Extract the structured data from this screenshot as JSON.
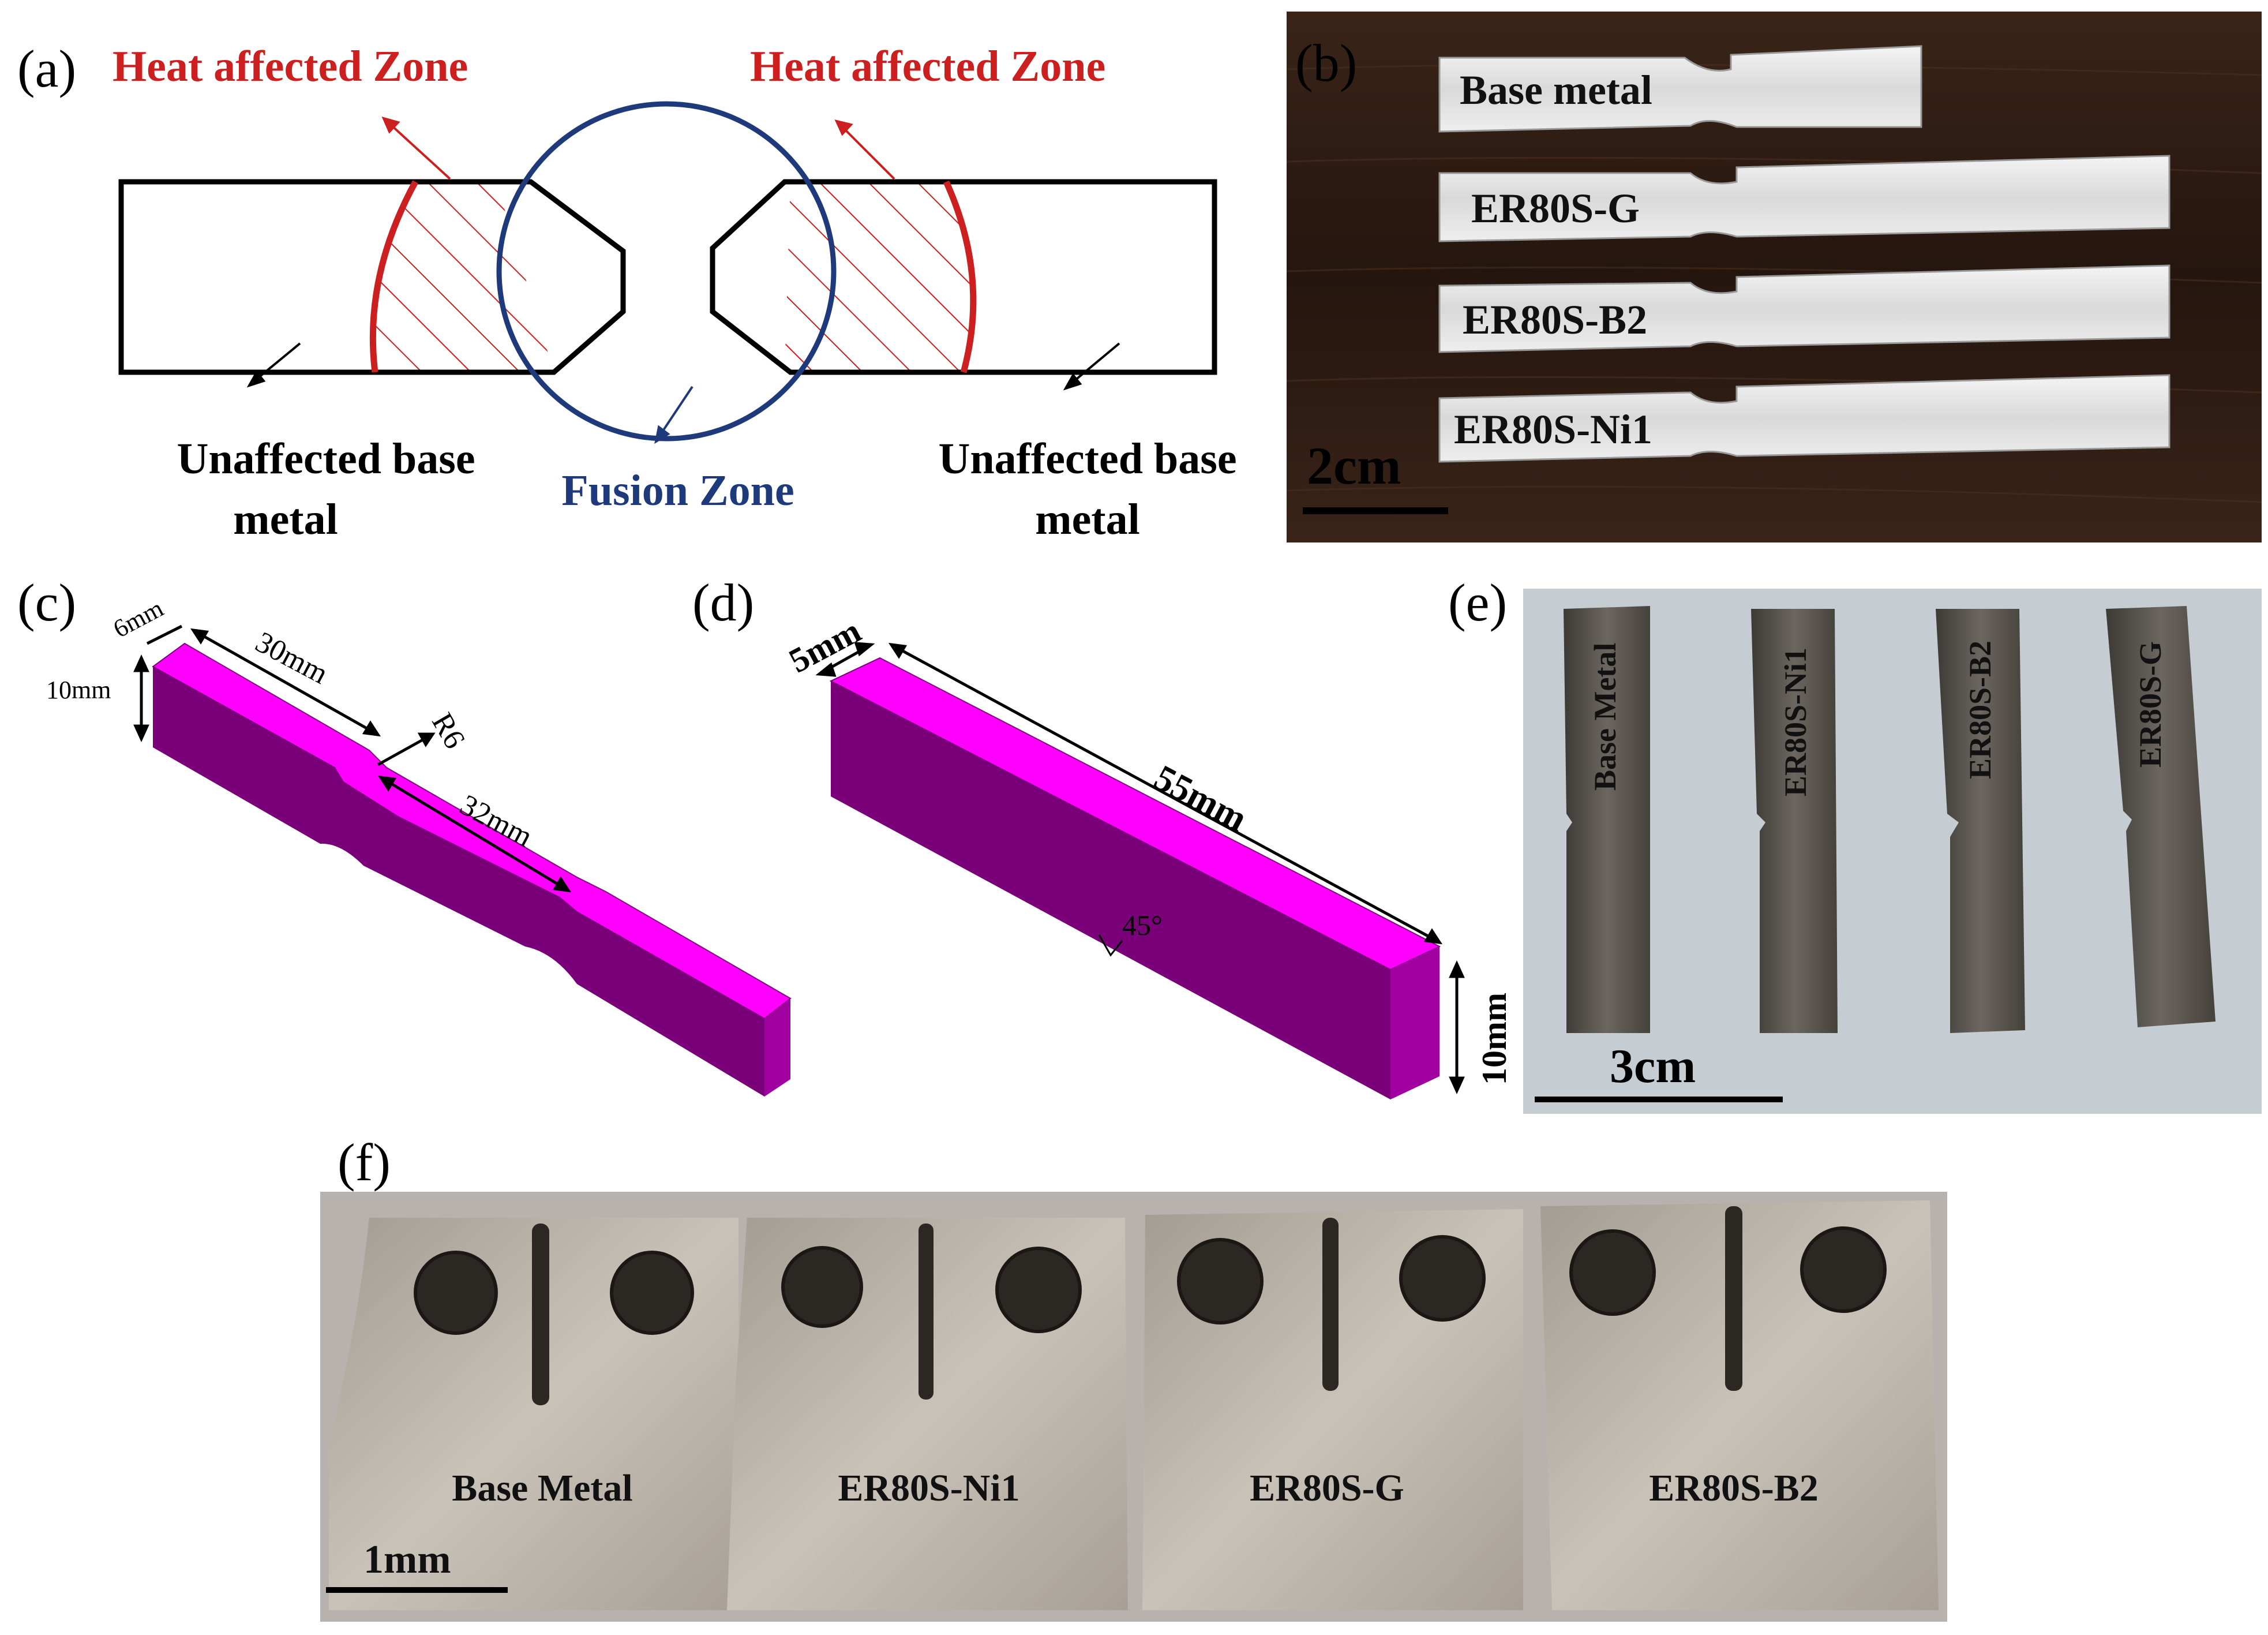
{
  "panels": {
    "a": {
      "label": "(a)",
      "haz_left": "Heat affected Zone",
      "haz_right": "Heat affected Zone",
      "fusion": "Fusion Zone",
      "base_left_line1": "Unaffected base",
      "base_left_line2": "metal",
      "base_right_line1": "Unaffected base",
      "base_right_line2": "metal"
    },
    "b": {
      "label": "(b)",
      "specimens": [
        "Base metal",
        "ER80S-G",
        "ER80S-B2",
        "ER80S-Ni1"
      ],
      "scale": "2cm"
    },
    "c": {
      "label": "(c)",
      "dim_width": "6mm",
      "dim_height": "10mm",
      "dim_grip": "30mm",
      "dim_radius": "R6",
      "dim_gauge": "32mm"
    },
    "d": {
      "label": "(d)",
      "dim_width": "5mm",
      "dim_length": "55mm",
      "dim_notch": "45°",
      "dim_height": "10mm"
    },
    "e": {
      "label": "(e)",
      "specimens": [
        "Base Metal",
        "ER80S-Ni1",
        "ER80S-B2",
        "ER80S-G"
      ],
      "scale": "3cm"
    },
    "f": {
      "label": "(f)",
      "specimens": [
        "Base Metal",
        "ER80S-Ni1",
        "ER80S-G",
        "ER80S-B2"
      ],
      "scale": "1mm"
    }
  },
  "colors": {
    "haz_red": "#cc1f1f",
    "fusion_blue": "#1f3a7a",
    "magenta_top": "#ff00ff",
    "magenta_side": "#7a007a",
    "magenta_face": "#a000a0",
    "wood": "#2a1a12",
    "steel": "#5a5650",
    "plate": "#bdb7ad"
  }
}
